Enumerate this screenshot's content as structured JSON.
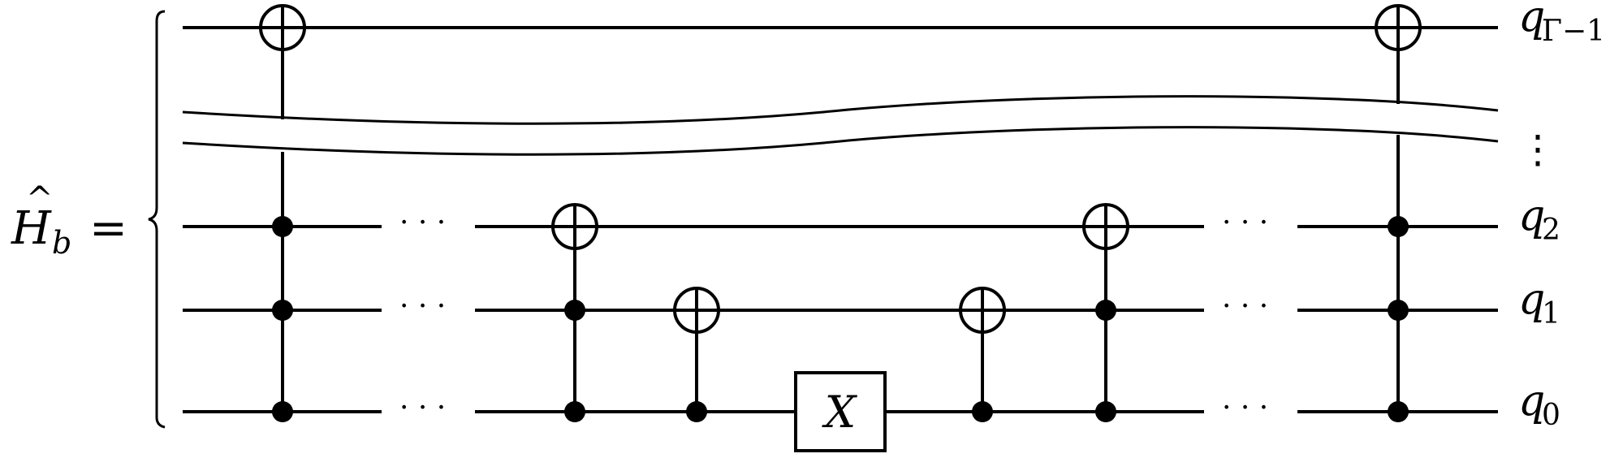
{
  "equation": {
    "lhs_symbol": "H",
    "lhs_hat": "^",
    "lhs_subscript": "b",
    "equals": "="
  },
  "wires": [
    {
      "id": "q_gamma",
      "label_base": "q",
      "label_sub": "Γ−1"
    },
    {
      "id": "q2",
      "label_base": "q",
      "label_sub": "2"
    },
    {
      "id": "q1",
      "label_base": "q",
      "label_sub": "1"
    },
    {
      "id": "q0",
      "label_base": "q",
      "label_sub": "0"
    }
  ],
  "vertical_ellipsis": "⋮",
  "horizontal_ellipsis": "· · ·",
  "gates": {
    "x_gate_label": "X"
  }
}
